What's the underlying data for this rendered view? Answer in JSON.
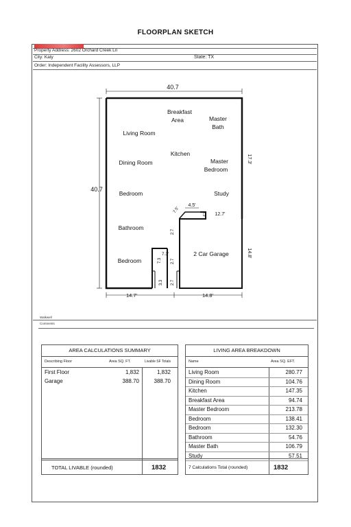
{
  "title": "FLOORPLAN SKETCH",
  "header": {
    "property_address": "Property Address: 2602 Orchard Creek Ln",
    "city": "City: Katy",
    "state": "State: TX",
    "order": "Order: Independent Facility Assessors, LLP"
  },
  "plan": {
    "dims": {
      "top_width": "40.7",
      "left_height": "40.7",
      "right_upper": "17.3'",
      "right_lower": "14.8'",
      "bottom_left": "14.7'",
      "bottom_right": "14.8'",
      "notch_top": "4.5'",
      "notch_right": "12.7'",
      "notch_small": "3.3'",
      "diag": "7.5'",
      "wall_27a": "2.7",
      "wall_27b": "2.7",
      "wall_27c": "2.7",
      "stair_73h": "7.3'",
      "stair_73v": "7.3",
      "stair_33": "3.3"
    },
    "rooms": {
      "breakfast_1": "Breakfast",
      "breakfast_2": "Area",
      "master_bath_1": "Master",
      "master_bath_2": "Bath",
      "living_room": "Living Room",
      "kitchen": "Kitchen",
      "dining_room": "Dining Room",
      "master_bed_1": "Master",
      "master_bed_2": "Bedroom",
      "bedroom_1": "Bedroom",
      "study": "Study",
      "bathroom": "Bathroom",
      "garage": "2 Car Garage",
      "bedroom_2": "Bedroom"
    }
  },
  "notes": {
    "line1": "Walkwell",
    "line2": "Comments"
  },
  "area_summary": {
    "title": "AREA CALCULATIONS SUMMARY",
    "col_floor": "Describing Floor",
    "col_area": "Area SQ. FT.",
    "col_livable": "Livable SF Totals",
    "rows": [
      {
        "floor": "First Floor",
        "area": "1,832",
        "livable": "1,832"
      },
      {
        "floor": "Garage",
        "area": "388.70",
        "livable": "388.70"
      }
    ],
    "total_label": "TOTAL LIVABLE (rounded)",
    "total_value": "1832"
  },
  "breakdown": {
    "title": "LIVING AREA BREAKDOWN",
    "col_name": "Name",
    "col_area": "Area SQ. EFT.",
    "rows": [
      {
        "name": "Living Room",
        "area": "280.77"
      },
      {
        "name": "Dining Room",
        "area": "104.76"
      },
      {
        "name": "Kitchen",
        "area": "147.35"
      },
      {
        "name": "Breakfast Area",
        "area": "94.74"
      },
      {
        "name": "Master Bedroom",
        "area": "213.78"
      },
      {
        "name": "Bedroom",
        "area": "138.41"
      },
      {
        "name": "Bedroom",
        "area": "132.30"
      },
      {
        "name": "Bathroom",
        "area": "54.76"
      },
      {
        "name": "Master Bath",
        "area": "106.79"
      },
      {
        "name": "Study",
        "area": "57.51"
      }
    ],
    "total_label": "7 Calculations Total (rounded)",
    "total_value": "1832"
  }
}
